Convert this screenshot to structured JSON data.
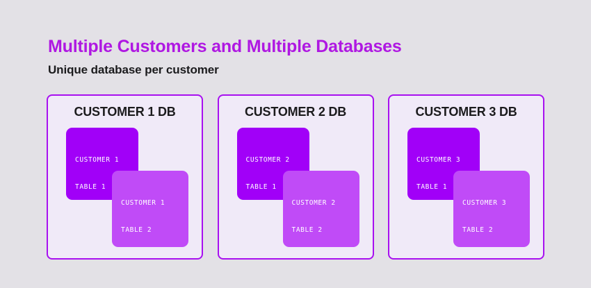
{
  "colors": {
    "page_background": "#E3E1E6",
    "title_purple": "#AF18E2",
    "panel_border": "#A810F0",
    "panel_background": "#F0EAF8",
    "card_primary": "#A100F8",
    "card_secondary": "#C04BF7",
    "heading_text": "#1B1B1D",
    "card_text": "#FFFFFF"
  },
  "header": {
    "title": "Multiple Customers and Multiple Databases",
    "subtitle": "Unique database per customer"
  },
  "panels": [
    {
      "title": "CUSTOMER 1 DB",
      "cards": [
        {
          "line1": "CUSTOMER 1",
          "line2": "TABLE 1"
        },
        {
          "line1": "CUSTOMER 1",
          "line2": "TABLE 2"
        }
      ]
    },
    {
      "title": "CUSTOMER 2 DB",
      "cards": [
        {
          "line1": "CUSTOMER 2",
          "line2": "TABLE 1"
        },
        {
          "line1": "CUSTOMER 2",
          "line2": "TABLE 2"
        }
      ]
    },
    {
      "title": "CUSTOMER 3 DB",
      "cards": [
        {
          "line1": "CUSTOMER 3",
          "line2": "TABLE 1"
        },
        {
          "line1": "CUSTOMER 3",
          "line2": "TABLE 2"
        }
      ]
    }
  ]
}
